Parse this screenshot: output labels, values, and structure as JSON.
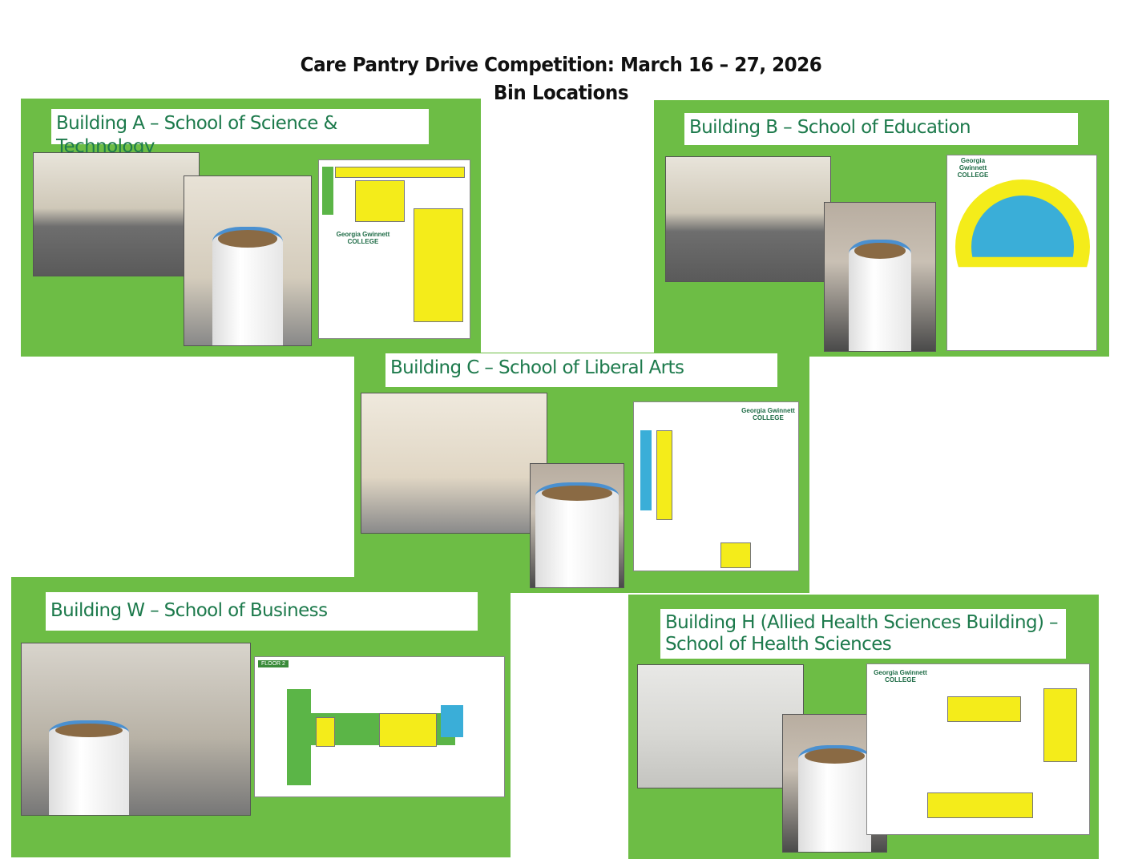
{
  "title": {
    "line1": "Care Pantry Drive Competition: March 16 – 27, 2026",
    "line2": "Bin Locations"
  },
  "colors": {
    "panel": "#6dbd45",
    "label_text": "#1d7a4c",
    "room": "#f4ec1a"
  },
  "buildings": [
    {
      "label": "Building A – School of Science & Technology",
      "map_logo": "Georgia Gwinnett COLLEGE"
    },
    {
      "label": "Building B – School of Education",
      "map_logo": "Georgia Gwinnett COLLEGE"
    },
    {
      "label": "Building C – School of Liberal Arts",
      "map_logo": "Georgia Gwinnett COLLEGE"
    },
    {
      "label": "Building W – School of Business",
      "map_floor": "FLOOR 2"
    },
    {
      "label_line1": "Building H (Allied Health Sciences Building) –",
      "label_line2": "School of Health Sciences",
      "map_logo": "Georgia Gwinnett COLLEGE"
    }
  ]
}
